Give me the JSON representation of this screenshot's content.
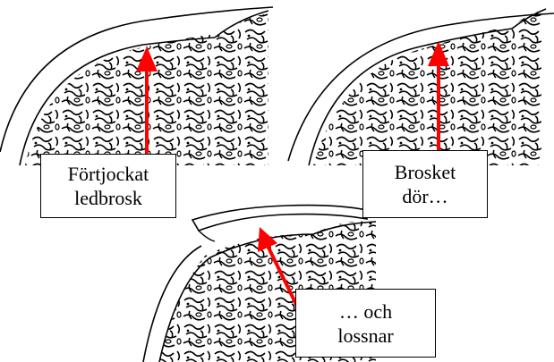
{
  "labels": {
    "first": "Förtjockat\nledbrosk",
    "second": "Brosket\ndör…",
    "third": "… och\nlossnar"
  },
  "colors": {
    "arrow": "#ff0000",
    "line": "#000000",
    "background": "#ffffff"
  },
  "icons": [
    "red-arrow-icon",
    "bone-cross-section"
  ]
}
